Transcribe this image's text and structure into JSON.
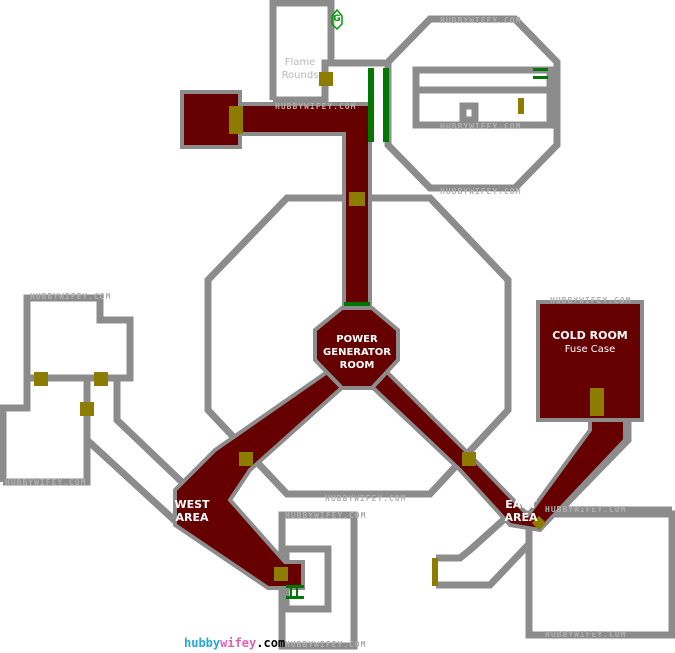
{
  "rooms": {
    "power": "POWER GENERATOR ROOM",
    "cold": "COLD ROOM",
    "west": "WEST AREA",
    "east": "EAST AREA"
  },
  "items": {
    "flame": "Flame Rounds",
    "fuse": "Fuse Case",
    "save_marker": "G"
  },
  "watermark": "HUBBYWIFEY.COM",
  "logo": {
    "part1": "hubby",
    "part2": "wifey",
    "part3": ".com"
  },
  "colors": {
    "wall": "#8c8c8c",
    "visited": "#660000",
    "door": "#8c7d00",
    "ladder": "#007700"
  }
}
